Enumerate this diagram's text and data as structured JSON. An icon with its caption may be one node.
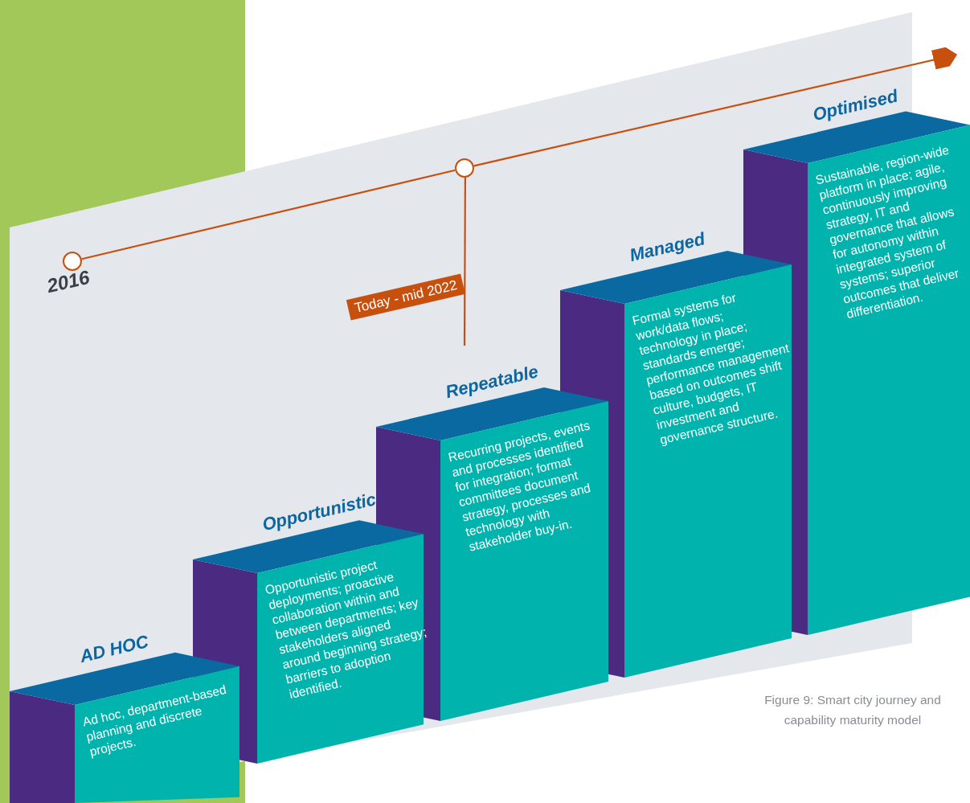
{
  "diagram": {
    "caption": "Figure 9: Smart city journey and capability maturity model",
    "nodes": [
      {
        "text": [
          "AD HOC",
          "Ad hoc, department-based planning and discrete projects."
        ]
      },
      {
        "text": [
          "Opportunistic",
          "Opportunistic project deployments; proactive collaboration within and between departments; key stakeholders aligned around beginning strategy; barriers to adoption identified."
        ]
      },
      {
        "text": [
          "Repeatable",
          "Recurring projects, events and processes identified for integration; format committees document strategy, processes and technology with stakeholder buy-in."
        ]
      },
      {
        "text": [
          "Managed",
          "Formal systems for work/data flows; technology in place; standards emerge; performance management based on outcomes shift culture, budgets, IT investment and governance structure."
        ]
      },
      {
        "text": [
          "Optimised",
          "Sustainable, region-wide platform in place; agile, continuously improving strategy, IT and governance that allows for autonomy within integrated system of systems; superior outcomes that deliver differentiation."
        ]
      },
      {
        "text": [],
        "shape": "circle",
        "beside": [
          "2016"
        ]
      },
      {
        "text": [],
        "shape": "circle"
      }
    ],
    "edges": [
      {
        "from": 5,
        "to": 6,
        "arrow": "none"
      },
      {
        "from": 6,
        "to": null,
        "arrow": "to"
      },
      {
        "from": 6,
        "to": 2,
        "arrow": "none",
        "label": "Today - mid 2022"
      }
    ]
  }
}
